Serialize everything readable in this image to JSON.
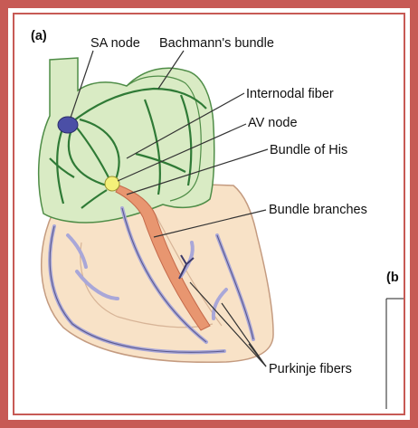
{
  "panel_a": "(a)",
  "panel_b": "(b",
  "labels": {
    "sa_node": "SA node",
    "bachmann": "Bachmann's bundle",
    "internodal": "Internodal fiber",
    "av_node": "AV node",
    "his": "Bundle of His",
    "branches": "Bundle branches",
    "purkinje": "Purkinje fibers"
  },
  "colors": {
    "frame": "#c75a55",
    "atria": "#d9ebc4",
    "atria_stroke": "#4f8d47",
    "conduction_green": "#2f7a36",
    "ventricle": "#f8e2c7",
    "ventricle_stroke": "#c49b80",
    "sa_node": "#4b4fa6",
    "av_node": "#f4f079",
    "his_bundle": "#e89670",
    "purkinje": "#a9a7d8"
  }
}
